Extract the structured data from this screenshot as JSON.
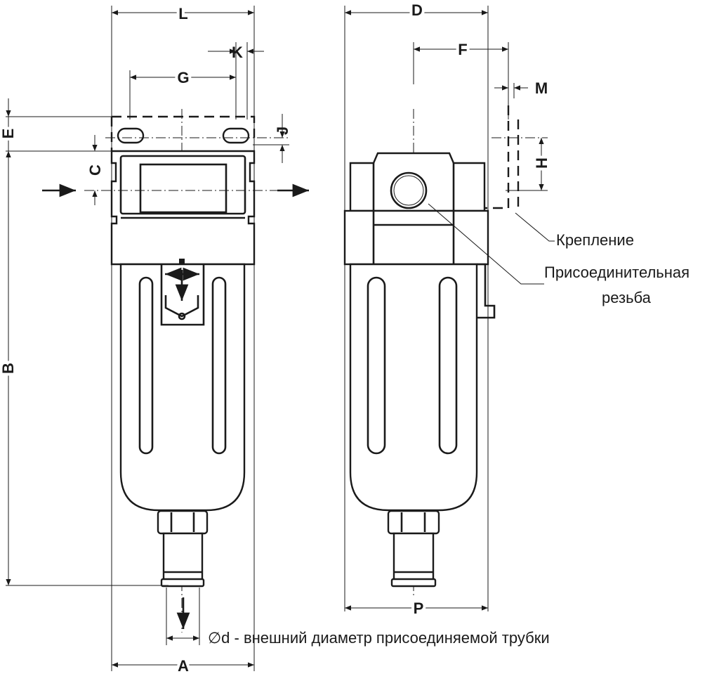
{
  "dimensions": {
    "L": "L",
    "K": "K",
    "G": "G",
    "E": "E",
    "C": "C",
    "J": "J",
    "B": "B",
    "A": "A",
    "D": "D",
    "F": "F",
    "M": "M",
    "H": "H",
    "P": "P"
  },
  "callouts": {
    "mounting": "Крепление",
    "thread_line1": "Присоединительная",
    "thread_line2": "резьба"
  },
  "footnote": "∅d - внешний диаметр присоединяемой трубки"
}
